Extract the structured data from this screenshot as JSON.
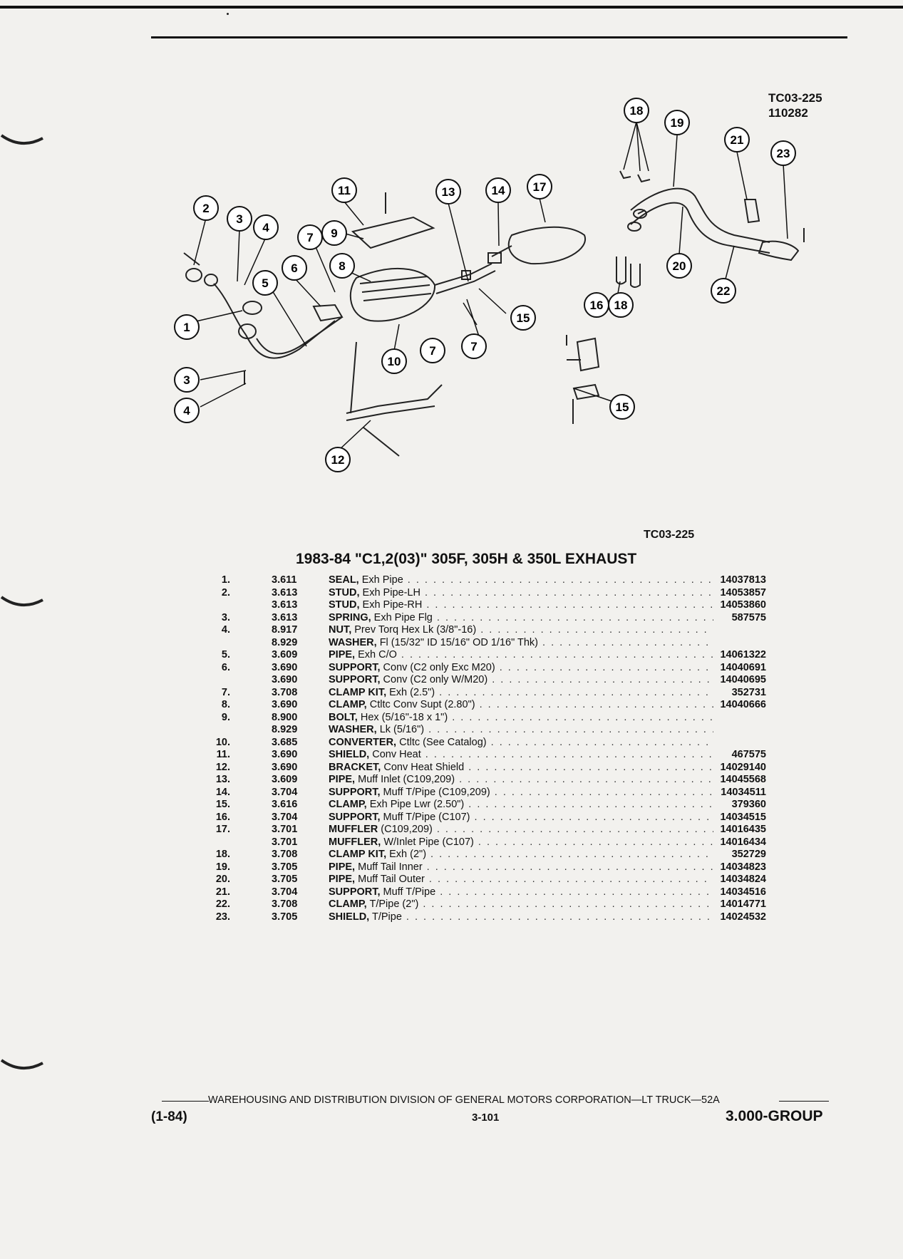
{
  "header": {
    "ref_code": "TC03-225",
    "ref_date": "110282",
    "caption_code": "TC03-225"
  },
  "diagram": {
    "callouts": [
      "1",
      "2",
      "3",
      "4",
      "5",
      "6",
      "7",
      "8",
      "9",
      "10",
      "11",
      "12",
      "13",
      "14",
      "15",
      "16",
      "17",
      "18",
      "19",
      "20",
      "21",
      "22",
      "23"
    ]
  },
  "title": "1983-84 \"C1,2(03)\" 305F, 305H & 350L EXHAUST",
  "parts": [
    {
      "no": "1.",
      "code": "3.611",
      "name": "SEAL,",
      "desc": "Exh Pipe",
      "pn": "14037813"
    },
    {
      "no": "2.",
      "code": "3.613",
      "name": "STUD,",
      "desc": "Exh Pipe-LH",
      "pn": "14053857"
    },
    {
      "no": "",
      "code": "3.613",
      "name": "STUD,",
      "desc": "Exh Pipe-RH",
      "pn": "14053860"
    },
    {
      "no": "3.",
      "code": "3.613",
      "name": "SPRING,",
      "desc": "Exh Pipe Flg",
      "pn": "587575"
    },
    {
      "no": "4.",
      "code": "8.917",
      "name": "NUT,",
      "desc": "Prev Torq Hex Lk (3/8\"-16)",
      "pn": ""
    },
    {
      "no": "",
      "code": "8.929",
      "name": "WASHER,",
      "desc": "Fl (15/32\" ID 15/16\" OD 1/16\" Thk)",
      "pn": ""
    },
    {
      "no": "5.",
      "code": "3.609",
      "name": "PIPE,",
      "desc": "Exh C/O",
      "pn": "14061322"
    },
    {
      "no": "6.",
      "code": "3.690",
      "name": "SUPPORT,",
      "desc": "Conv (C2 only Exc M20)",
      "pn": "14040691"
    },
    {
      "no": "",
      "code": "3.690",
      "name": "SUPPORT,",
      "desc": "Conv (C2 only W/M20)",
      "pn": "14040695"
    },
    {
      "no": "7.",
      "code": "3.708",
      "name": "CLAMP KIT,",
      "desc": "Exh (2.5\")",
      "pn": "352731"
    },
    {
      "no": "8.",
      "code": "3.690",
      "name": "CLAMP,",
      "desc": "Ctltc Conv Supt (2.80\")",
      "pn": "14040666"
    },
    {
      "no": "9.",
      "code": "8.900",
      "name": "BOLT,",
      "desc": "Hex (5/16\"-18 x 1\")",
      "pn": ""
    },
    {
      "no": "",
      "code": "8.929",
      "name": "WASHER,",
      "desc": "Lk (5/16\")",
      "pn": ""
    },
    {
      "no": "10.",
      "code": "3.685",
      "name": "CONVERTER,",
      "desc": "Ctltc (See Catalog)",
      "pn": ""
    },
    {
      "no": "11.",
      "code": "3.690",
      "name": "SHIELD,",
      "desc": "Conv Heat",
      "pn": "467575"
    },
    {
      "no": "12.",
      "code": "3.690",
      "name": "BRACKET,",
      "desc": "Conv Heat Shield",
      "pn": "14029140"
    },
    {
      "no": "13.",
      "code": "3.609",
      "name": "PIPE,",
      "desc": "Muff Inlet (C109,209)",
      "pn": "14045568"
    },
    {
      "no": "14.",
      "code": "3.704",
      "name": "SUPPORT,",
      "desc": "Muff T/Pipe (C109,209)",
      "pn": "14034511"
    },
    {
      "no": "15.",
      "code": "3.616",
      "name": "CLAMP,",
      "desc": "Exh Pipe Lwr (2.50\")",
      "pn": "379360"
    },
    {
      "no": "16.",
      "code": "3.704",
      "name": "SUPPORT,",
      "desc": "Muff T/Pipe (C107)",
      "pn": "14034515"
    },
    {
      "no": "17.",
      "code": "3.701",
      "name": "MUFFLER",
      "desc": "(C109,209)",
      "pn": "14016435"
    },
    {
      "no": "",
      "code": "3.701",
      "name": "MUFFLER,",
      "desc": "W/Inlet Pipe (C107)",
      "pn": "14016434"
    },
    {
      "no": "18.",
      "code": "3.708",
      "name": "CLAMP KIT,",
      "desc": "Exh (2\")",
      "pn": "352729"
    },
    {
      "no": "19.",
      "code": "3.705",
      "name": "PIPE,",
      "desc": "Muff Tail Inner",
      "pn": "14034823"
    },
    {
      "no": "20.",
      "code": "3.705",
      "name": "PIPE,",
      "desc": "Muff Tail Outer",
      "pn": "14034824"
    },
    {
      "no": "21.",
      "code": "3.704",
      "name": "SUPPORT,",
      "desc": "Muff T/Pipe",
      "pn": "14034516"
    },
    {
      "no": "22.",
      "code": "3.708",
      "name": "CLAMP,",
      "desc": "T/Pipe (2\")",
      "pn": "14014771"
    },
    {
      "no": "23.",
      "code": "3.705",
      "name": "SHIELD,",
      "desc": "T/Pipe",
      "pn": "14024532"
    }
  ],
  "footer": {
    "division": "WAREHOUSING AND DISTRIBUTION  DIVISION OF GENERAL MOTORS CORPORATION—LT TRUCK—52A",
    "date": "(1-84)",
    "page": "3-101",
    "group": "3.000-GROUP"
  }
}
